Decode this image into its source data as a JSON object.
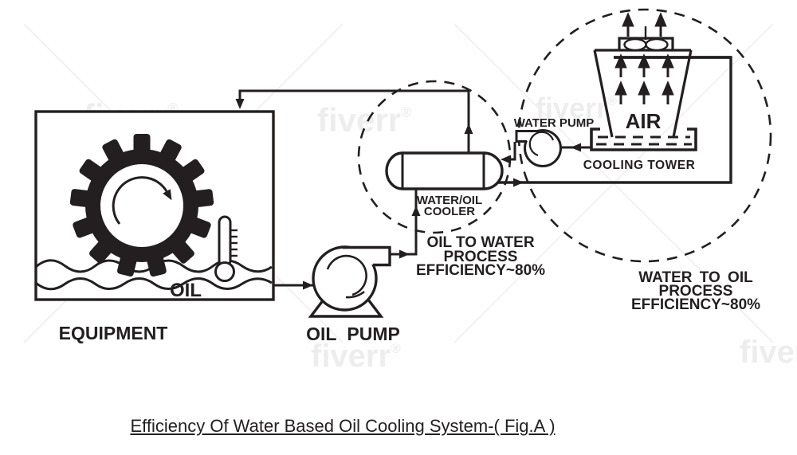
{
  "labels": {
    "equipment": "EQUIPMENT",
    "oil": "OIL",
    "oil_pump": "OIL PUMP",
    "water_pump": "WATER PUMP",
    "air": "AIR",
    "cooling_tower": "COOLING TOWER",
    "cooler_line1": "WATER/OIL",
    "cooler_line2": "COOLER"
  },
  "process_notes": {
    "oil_to_water": {
      "line1": "OIL TO WATER",
      "line2": "PROCESS",
      "line3": "EFFICIENCY~80%"
    },
    "water_to_oil": {
      "line1": "WATER TO OIL",
      "line2": "PROCESS",
      "line3": "EFFICIENCY~80%"
    }
  },
  "caption": "Efficiency Of Water Based Oil Cooling System-( Fig.A )",
  "watermark": {
    "text": "fiverr",
    "reg": "®"
  },
  "colors": {
    "ink": "#231f20",
    "background": "#ffffff",
    "watermark": "#ededed"
  }
}
